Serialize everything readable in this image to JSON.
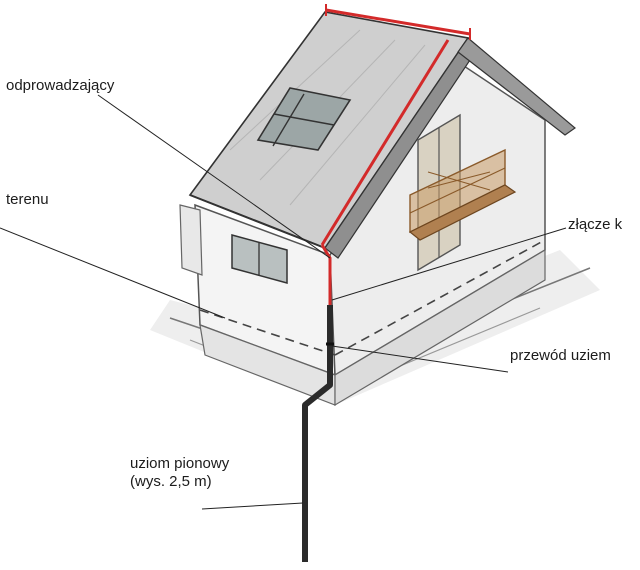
{
  "labels": {
    "odprowadzajacy": "odprowadzający",
    "terenu": "terenu",
    "zlacze": "złącze k",
    "przewod": "przewód uziem",
    "uziom_line1": "uziom pionowy",
    "uziom_line2": "(wys. 2,5 m)"
  },
  "colors": {
    "lightning_conductor": "#d32a2a",
    "ground_rod": "#2b2b2b",
    "roof": "#c9c9c9",
    "wall": "#f3f3f3",
    "window_glass": "#a9b3b3",
    "balcony_wood": "#c89a66"
  }
}
